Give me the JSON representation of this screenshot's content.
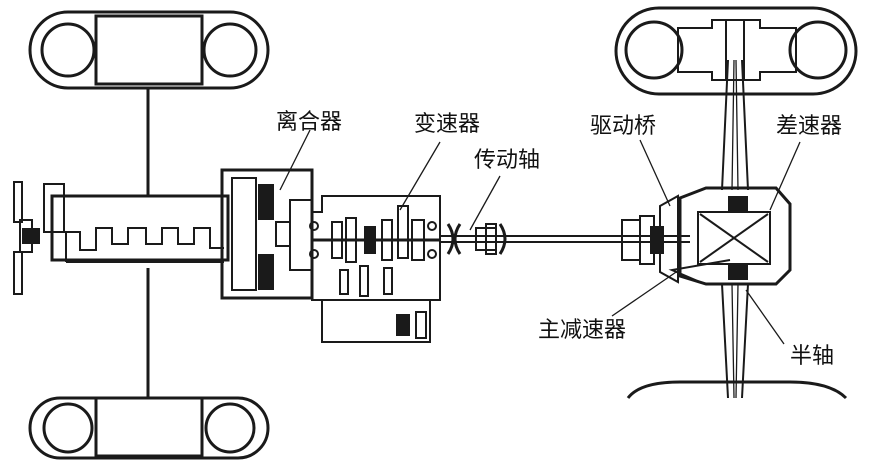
{
  "labels": {
    "clutch": "离合器",
    "transmission": "变速器",
    "drive_shaft": "传动轴",
    "drive_axle": "驱动桥",
    "differential": "差速器",
    "final_drive": "主减速器",
    "half_shaft": "半轴"
  }
}
